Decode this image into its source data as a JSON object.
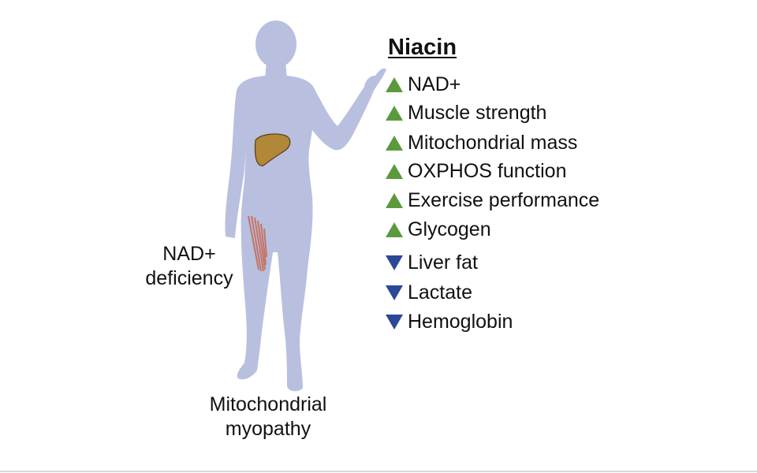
{
  "left_labels": {
    "deficiency": [
      "NAD+",
      "deficiency"
    ],
    "myopathy": [
      "Mitochondrial",
      "myopathy"
    ]
  },
  "title": "Niacin",
  "effects": [
    {
      "label": "NAD+",
      "direction": "up"
    },
    {
      "label": "Muscle strength",
      "direction": "up"
    },
    {
      "label": "Mitochondrial mass",
      "direction": "up"
    },
    {
      "label": "OXPHOS function",
      "direction": "up"
    },
    {
      "label": "Exercise performance",
      "direction": "up"
    },
    {
      "label": "Glycogen",
      "direction": "up"
    },
    {
      "label": "Liver fat",
      "direction": "down"
    },
    {
      "label": "Lactate",
      "direction": "down"
    },
    {
      "label": "Hemoglobin",
      "direction": "down"
    }
  ],
  "colors": {
    "body": "#b8bfdf",
    "up": "#5a9a3d",
    "down": "#2a4896",
    "liver": "#b08838",
    "muscle": "#c9664e"
  }
}
